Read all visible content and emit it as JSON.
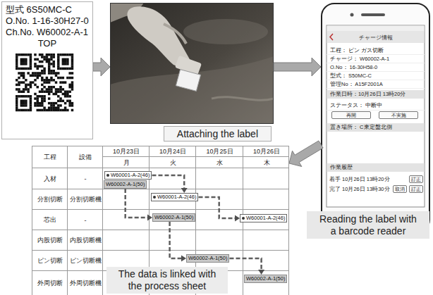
{
  "diagram": {
    "nodes": [
      {
        "text": [
          "型式 6S50MC-C",
          "O.No. 1-16-30H27-0",
          "Ch.No. W60002-A-1",
          "TOP"
        ]
      },
      {
        "text": [
          "Attaching the label"
        ]
      },
      {
        "text": [
          "Reading the label with a barcode reader"
        ]
      },
      {
        "text": [
          "The data is linked with the process sheet"
        ]
      },
      {
        "text": [
          "W60001-A-2(46)"
        ],
        "in": 3
      },
      {
        "text": [
          "W60002-A-1(50)"
        ],
        "in": 3
      },
      {
        "text": [
          "W60001-A-2(46)"
        ],
        "in": 3
      },
      {
        "text": [
          "W60002-A-1(50)"
        ],
        "in": 3
      },
      {
        "text": [
          "W60001-A-2(46)"
        ],
        "in": 3
      },
      {
        "text": [
          "W60002-A-1(50)"
        ],
        "in": 3
      },
      {
        "text": [
          "W60002-A-1(50)"
        ],
        "in": 3
      }
    ],
    "edges": [
      {
        "from": 0,
        "to": 1,
        "arrow": "to"
      },
      {
        "from": 1,
        "to": 2,
        "arrow": "to"
      },
      {
        "from": 2,
        "to": 3,
        "arrow": "to"
      },
      {
        "from": 4,
        "to": 6,
        "arrow": "to"
      },
      {
        "from": 5,
        "to": 7,
        "arrow": "to"
      },
      {
        "from": 6,
        "to": 8,
        "arrow": "to"
      },
      {
        "from": 7,
        "to": 9,
        "arrow": "to"
      },
      {
        "from": 9,
        "to": 10,
        "arrow": "to"
      }
    ],
    "labels": [
      "チャージ情報",
      "工程： ピン ガス切断",
      "チャージ： W60002-A-1",
      "O.No： 16-30H58-0",
      "型式： S50MC-C",
      "管理No： A15F2001A",
      "作業日時：10月26日 13時20分",
      "ステータス： 中断中",
      "再開",
      "不実施",
      "置き場所： C東定盤北側",
      "作業履歴",
      "着手 10月26日 13時20分",
      "訂正",
      "完了 10月26日 13時30分",
      "取消",
      "訂正",
      "工程",
      "設備",
      "10月23日",
      "10月24日",
      "10月25日",
      "10月26日",
      "月",
      "火",
      "水",
      "木",
      "入材",
      "-",
      "分割切断",
      "分割切断機",
      "芯出",
      "-",
      "内股切断",
      "内股切断機",
      "ピン切断",
      "ピン切断機",
      "外周切断",
      "外周切断機"
    ]
  }
}
